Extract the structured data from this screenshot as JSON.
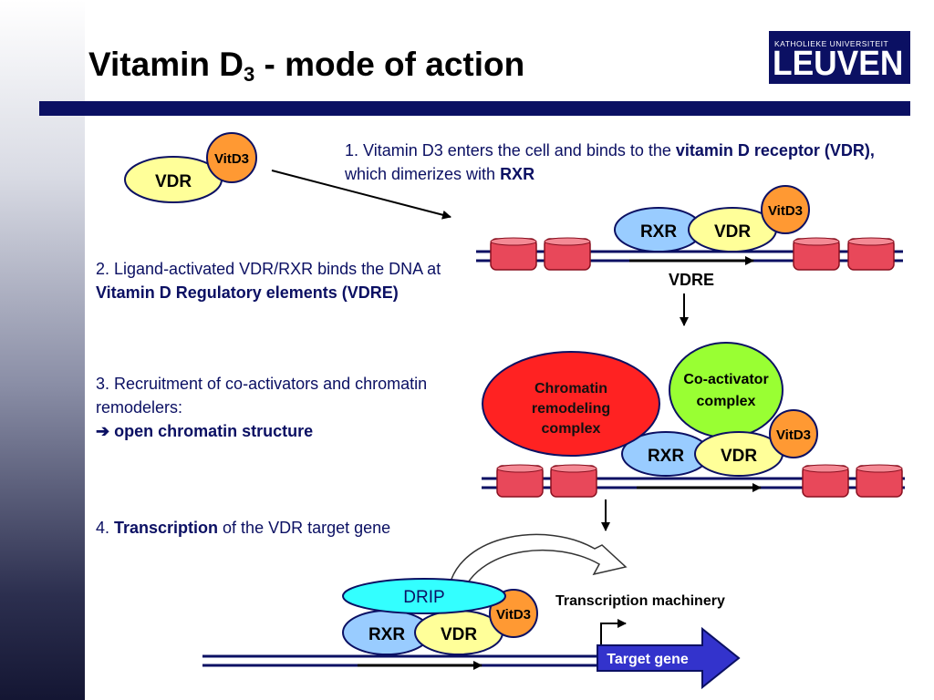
{
  "title": {
    "main": "Vitamin D",
    "sub": "3",
    "rest": " - mode of action"
  },
  "logo": {
    "top": "KATHOLIEKE UNIVERSITEIT",
    "main": "LEUVEN"
  },
  "steps": {
    "s1": {
      "a": "1. Vitamin D3 enters the cell and binds to the ",
      "b": "vitamin D receptor (VDR),",
      "c": " which dimerizes with ",
      "d": "RXR"
    },
    "s2": {
      "a": "2. Ligand-activated VDR/RXR binds the DNA at ",
      "b": "Vitamin D Regulatory elements (VDRE)"
    },
    "s3": {
      "a": "3. Recruitment of co-activators and chromatin remodelers:",
      "arrow": "➔",
      "b": " open chromatin structure"
    },
    "s4": {
      "a": "4. ",
      "b": "Transcription",
      "c": " of the VDR target gene"
    }
  },
  "labels": {
    "vdr": "VDR",
    "rxr": "RXR",
    "vitd3": "VitD3",
    "vdre": "VDRE",
    "chromatin_1": "Chromatin",
    "chromatin_2": "remodeling",
    "chromatin_3": "complex",
    "coactivator_1": "Co-activator",
    "coactivator_2": "complex",
    "drip": "DRIP",
    "transcription_machinery": "Transcription machinery",
    "target_gene": "Target gene"
  },
  "colors": {
    "navy": "#0b1063",
    "vdr_fill": "#ffff99",
    "rxr_fill": "#99ccff",
    "vitd3_fill": "#ff9933",
    "chromatin_fill": "#ff2222",
    "coactivator_fill": "#99ff33",
    "drip_fill": "#33ffff",
    "nucleosome_fill": "#e8485a",
    "dna_line": "#0b1063",
    "target_gene_fill": "#3333cc"
  }
}
